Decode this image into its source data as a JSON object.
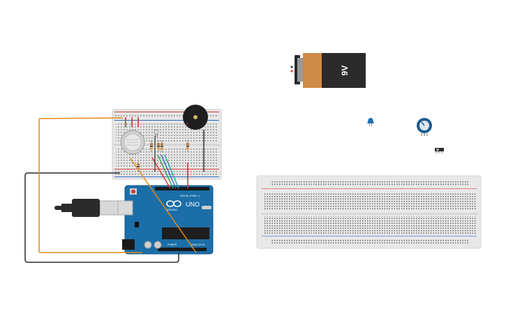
{
  "canvas": {
    "background": "#ffffff"
  },
  "battery": {
    "label": "9V",
    "colors": {
      "body": "#2b2b2b",
      "cap": "#d08a47",
      "terminal": "#9a9a9a"
    }
  },
  "arduino": {
    "brand": "ARDUINO",
    "model": "UNO",
    "header_digital": "DIGITAL (PWM ~)",
    "header_power": "POWER",
    "header_analog": "ANALOG IN",
    "colors": {
      "board": "#1b6ea8",
      "chip": "#1e1e1e"
    }
  },
  "breadboard_small": {
    "colors": {
      "body": "#e6e6e6",
      "rail_red": "#d23b3b",
      "rail_blue": "#2e6bc6"
    }
  },
  "breadboard_large": {
    "colors": {
      "body": "#e8e8e8",
      "hole": "#4a4a4a"
    }
  },
  "wires": {
    "colors": {
      "orange": "#e08a1e",
      "black": "#2a2a2a",
      "red": "#d63030",
      "green": "#2fa043",
      "blue": "#2b66c9",
      "teal": "#19a3a3"
    }
  },
  "components": [
    {
      "name": "gas-sensor"
    },
    {
      "name": "piezo-buzzer"
    },
    {
      "name": "led-blue"
    },
    {
      "name": "potentiometer"
    },
    {
      "name": "slide-switch"
    },
    {
      "name": "resistors"
    }
  ]
}
